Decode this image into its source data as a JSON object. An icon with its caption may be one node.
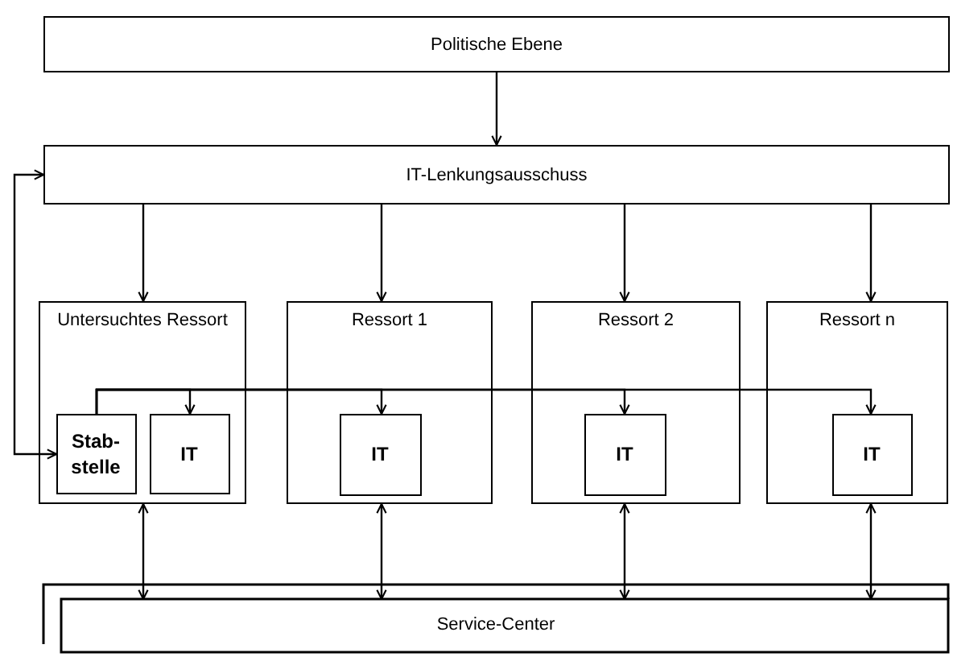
{
  "diagram": {
    "nodes": [
      {
        "text": [
          "Politische Ebene"
        ]
      },
      {
        "text": [
          "IT-Lenkungsausschuss"
        ]
      },
      {
        "text": [
          "Untersuchtes Ressort"
        ]
      },
      {
        "text": [
          "Stab- stelle"
        ],
        "in": 2
      },
      {
        "text": [
          "IT"
        ],
        "in": 2
      },
      {
        "text": [
          "Ressort 1"
        ]
      },
      {
        "text": [
          "IT"
        ],
        "in": 5
      },
      {
        "text": [
          "Ressort 2"
        ]
      },
      {
        "text": [
          "IT"
        ],
        "in": 7
      },
      {
        "text": [
          "Ressort n"
        ]
      },
      {
        "text": [
          "IT"
        ],
        "in": 9
      },
      {
        "text": [
          "Service-Center"
        ]
      }
    ],
    "edges": [
      {
        "from": 0,
        "to": 1,
        "arrow": "to"
      },
      {
        "from": 1,
        "to": 2,
        "arrow": "to"
      },
      {
        "from": 1,
        "to": 5,
        "arrow": "to"
      },
      {
        "from": 1,
        "to": 7,
        "arrow": "to"
      },
      {
        "from": 1,
        "to": 9,
        "arrow": "to"
      },
      {
        "from": 3,
        "to": 1,
        "arrow": "both"
      },
      {
        "from": 3,
        "to": 4,
        "arrow": "to"
      },
      {
        "from": 3,
        "to": 6,
        "arrow": "to"
      },
      {
        "from": 3,
        "to": 8,
        "arrow": "to"
      },
      {
        "from": 3,
        "to": 10,
        "arrow": "to"
      },
      {
        "from": 2,
        "to": 11,
        "arrow": "both"
      },
      {
        "from": 5,
        "to": 11,
        "arrow": "both"
      },
      {
        "from": 7,
        "to": 11,
        "arrow": "both"
      },
      {
        "from": 9,
        "to": 11,
        "arrow": "both"
      }
    ]
  }
}
